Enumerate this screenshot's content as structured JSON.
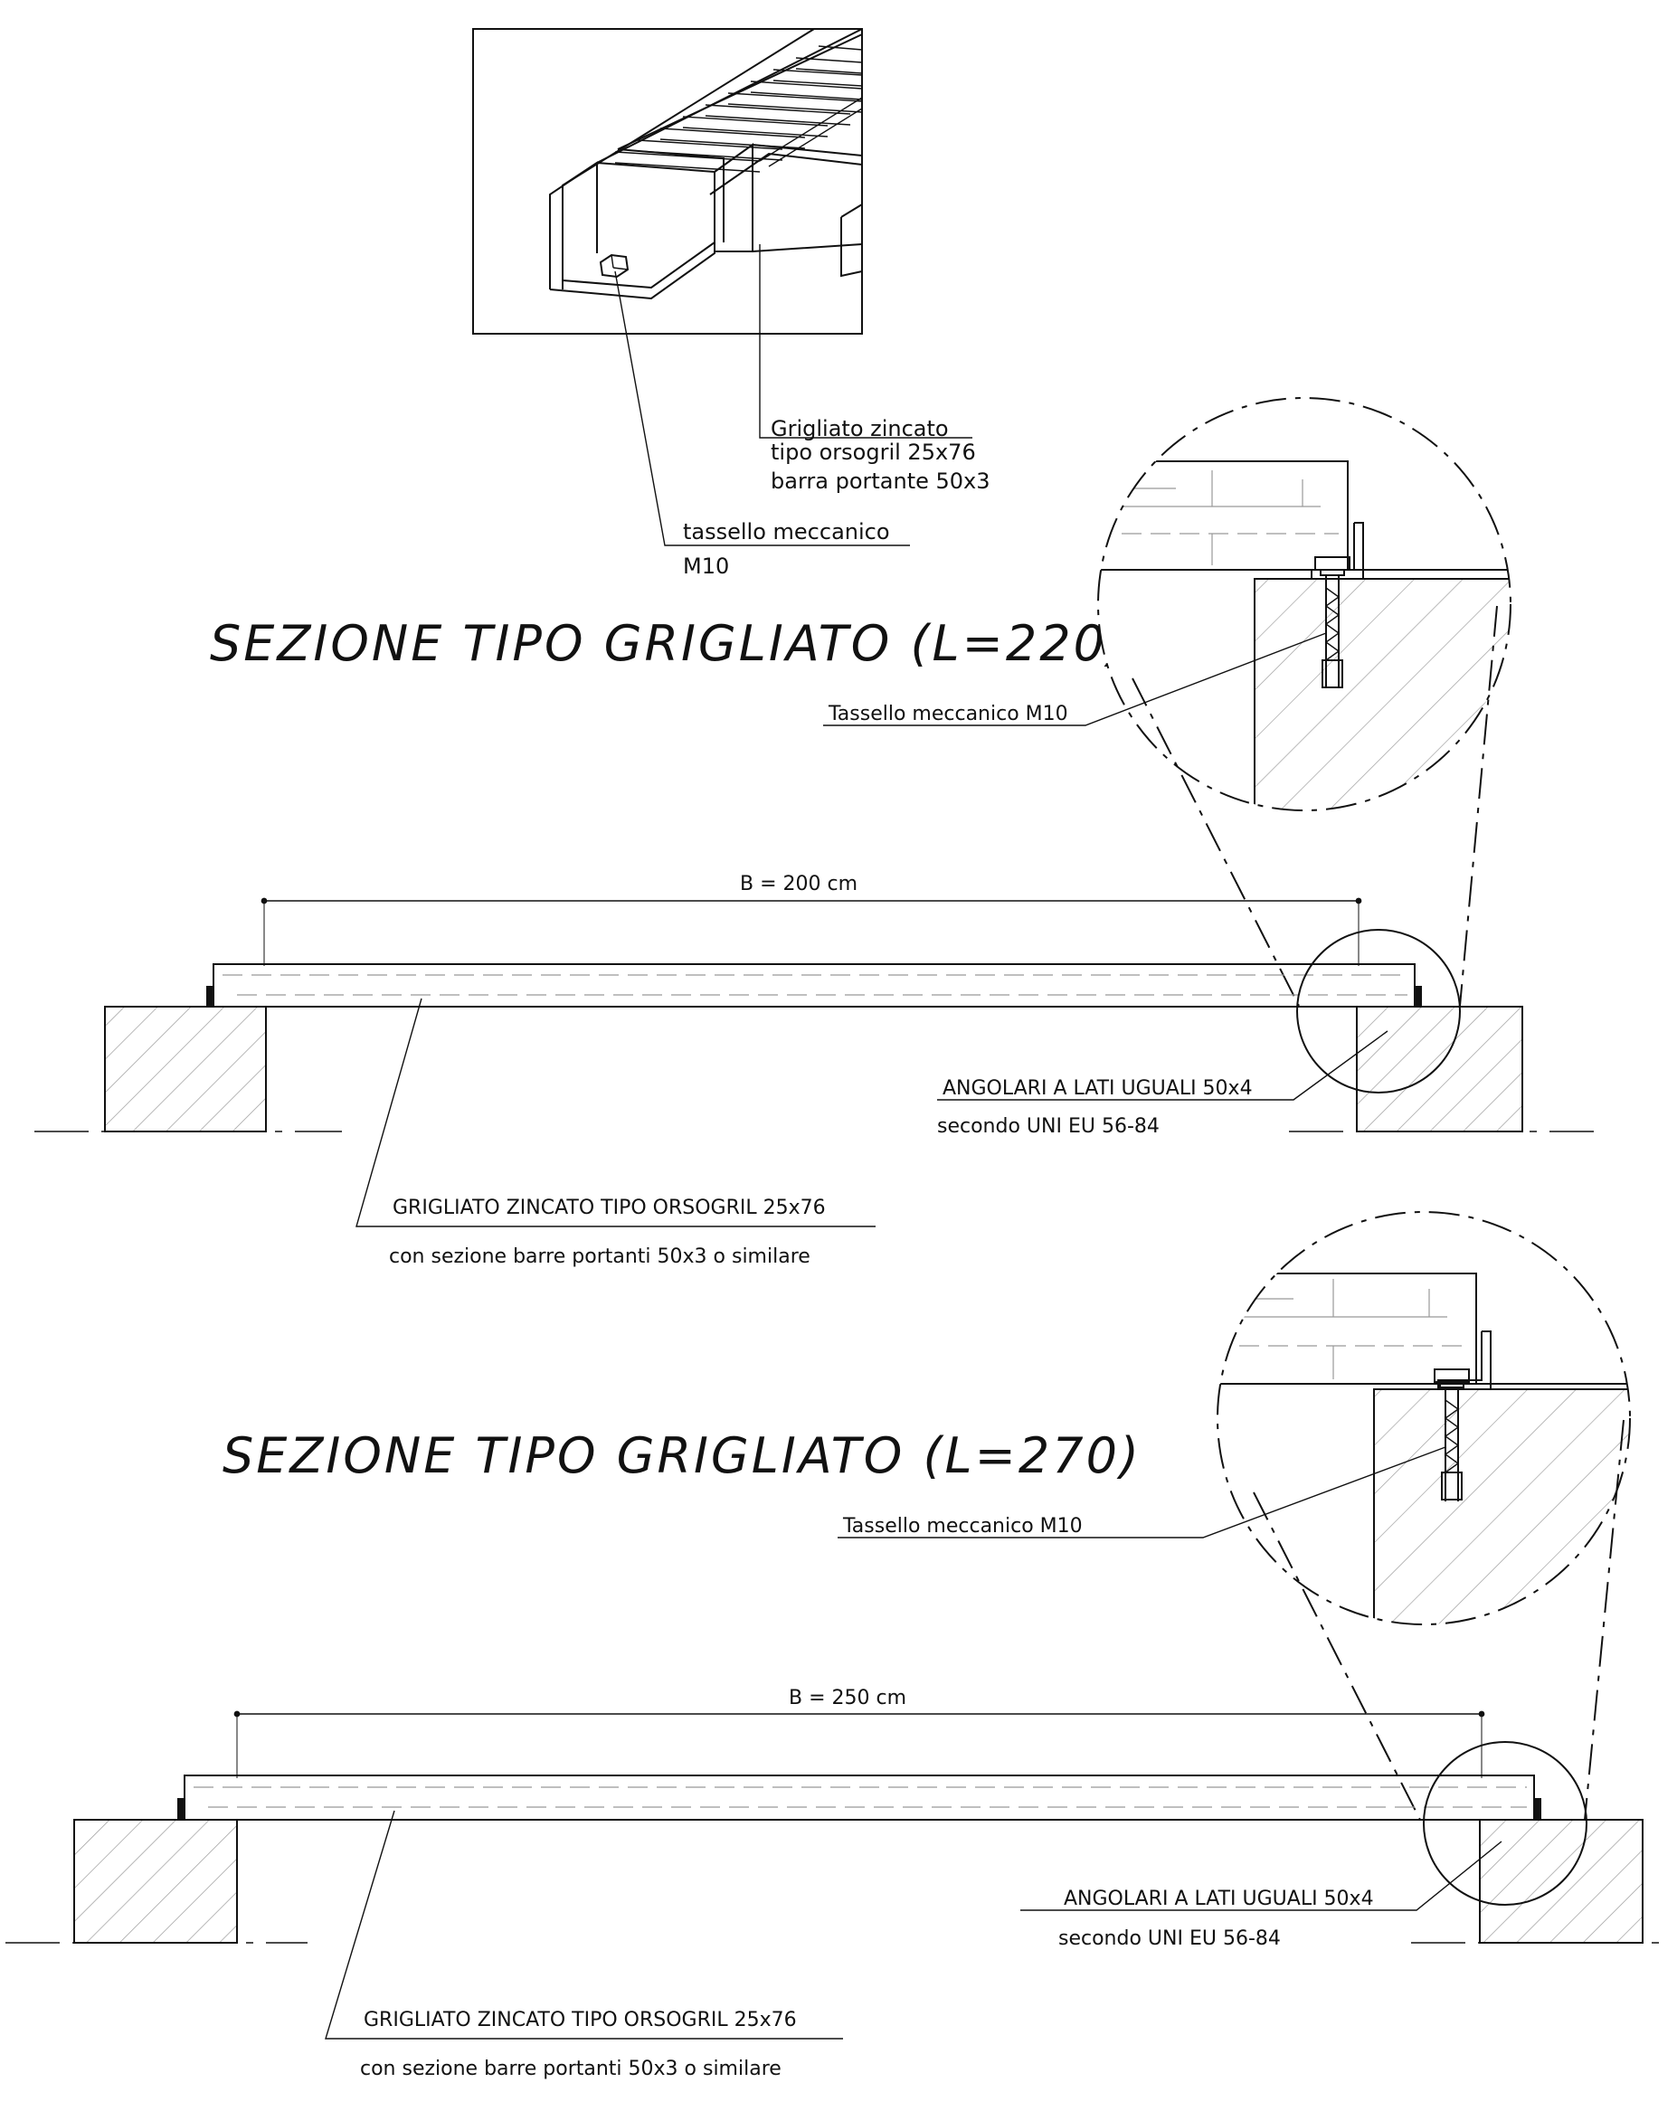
{
  "iso": {
    "label_grigliato_1": "Grigliato zincato",
    "label_grigliato_2": "tipo orsogril 25x76",
    "label_grigliato_3": "barra portante 50x3",
    "label_tassello_1": "tassello meccanico",
    "label_tassello_2": "M10"
  },
  "section1": {
    "title": "SEZIONE TIPO GRIGLIATO (L=220)",
    "detail_tassello": "Tassello meccanico M10",
    "dimension": "B = 200 cm",
    "angolari_1": "ANGOLARI A LATI UGUALI 50x4",
    "angolari_2": "secondo UNI EU 56-84",
    "grigliato_1": "GRIGLIATO ZINCATO TIPO ORSOGRIL 25x76",
    "grigliato_2": "con sezione barre portanti 50x3 o similare"
  },
  "section2": {
    "title": "SEZIONE TIPO GRIGLIATO (L=270)",
    "detail_tassello": "Tassello meccanico M10",
    "dimension": "B = 250 cm",
    "angolari_1": "ANGOLARI A LATI UGUALI 50x4",
    "angolari_2": "secondo UNI EU 56-84",
    "grigliato_1": "GRIGLIATO ZINCATO TIPO ORSOGRIL 25x76",
    "grigliato_2": "con sezione barre portanti 50x3 o similare"
  }
}
